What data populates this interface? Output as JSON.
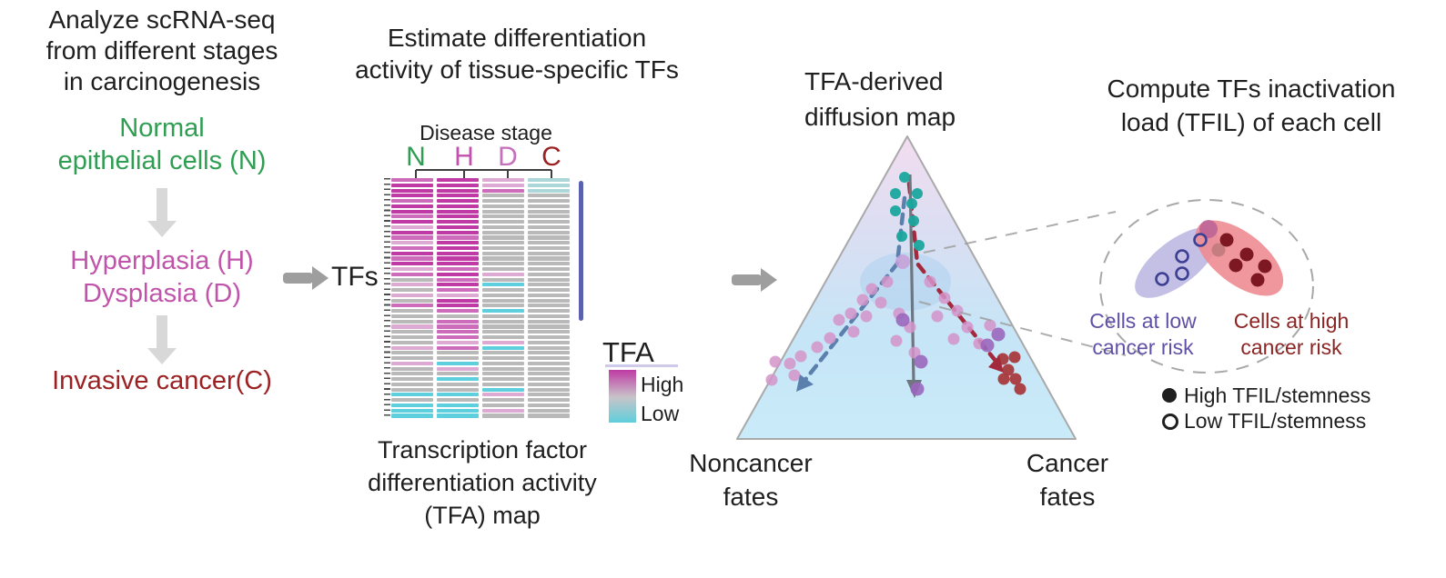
{
  "colors": {
    "text": "#1f1f1f",
    "stageN": "#2f9e52",
    "stageH": "#c34fae",
    "stageD": "#c470ba",
    "stageC": "#9c2123",
    "stageHText": "#c054ab",
    "arrowLight": "#d8d8d8",
    "arrowDark": "#9e9e9e",
    "blueBar": "#5a61ae",
    "hmMagenta": "#bf3aa4",
    "hmCyan": "#5ecfdc",
    "blueTraj": "#5b80ad",
    "redTraj": "#a32a3c",
    "grayTraj": "#6e7680",
    "dashGray": "#9f9f9f",
    "lavenderEllipse": "#b6b1df",
    "redEllipse": "#ee8b92",
    "lowRisk": "#6050a8",
    "highRisk": "#8c2424"
  },
  "panel1": {
    "title": "Analyze scRNA-seq\nfrom different stages\nin carcinogenesis",
    "stages": [
      {
        "label": "Normal\nepithelial cells (N)"
      },
      {
        "label": "Hyperplasia (H)\nDysplasia (D)"
      },
      {
        "label": "Invasive cancer(C)"
      }
    ]
  },
  "panel2": {
    "title": "Estimate differentiation\nactivity of tissue-specific TFs",
    "heatmap": {
      "header": "Disease stage",
      "columns": [
        {
          "label": "N"
        },
        {
          "label": "H"
        },
        {
          "label": "D"
        },
        {
          "label": "C"
        }
      ],
      "row_axis_label": "TFs",
      "palette": {
        "M": "#bf3aa4",
        "m": "#cc6cbb",
        "p": "#dcaad2",
        "g": "#b9b9b9",
        "c": "#5ecfdc",
        "t": "#abd7d9"
      },
      "rows": [
        "mMpt",
        "MMpt",
        "MMmt",
        "MMgg",
        "mMgg",
        "MMgg",
        "MMgg",
        "mMgg",
        "MMgg",
        "pMgg",
        "MMgg",
        "mmgg",
        "pMgg",
        "mMgg",
        "MMgg",
        "mMgg",
        "MMgg",
        "pmgg",
        "mMpg",
        "gmgg",
        "pMcg",
        "gmgg",
        "ppgg",
        "gMgg",
        "mMgg",
        "gmcg",
        "gggg",
        "gmgg",
        "pmgg",
        "gmgg",
        "gmgg",
        "gppg",
        "pmcg",
        "gggg",
        "gggg",
        "pcgg",
        "gpgg",
        "gggg",
        "gcgg",
        "gggg",
        "ggcg",
        "ccpg",
        "gggg",
        "ccgg",
        "ccpg",
        "ccgg"
      ]
    },
    "legend": {
      "title": "TFA",
      "high": "High",
      "low": "Low"
    },
    "caption": "Transcription factor\ndifferentiation activity\n(TFA) map"
  },
  "panel3": {
    "title": "TFA-derived\ndiffusion map",
    "left_label": "Noncancer\nfates",
    "right_label": "Cancer\nfates",
    "dots": {
      "teal": {
        "r": 6,
        "color": "#1aa59e",
        "opacity": 0.95,
        "pts": [
          [
            214,
            55
          ],
          [
            204,
            73
          ],
          [
            228,
            73
          ],
          [
            222,
            84
          ],
          [
            204,
            92
          ],
          [
            224,
            103
          ],
          [
            211,
            120
          ],
          [
            230,
            130
          ]
        ]
      },
      "lilac": {
        "r": 8,
        "color": "#c79fd8",
        "opacity": 0.85,
        "pts": [
          [
            212,
            148
          ]
        ]
      },
      "pink": {
        "r": 6.5,
        "color": "#d494c9",
        "opacity": 0.85,
        "pts": [
          [
            195,
            170
          ],
          [
            178,
            178
          ],
          [
            188,
            193
          ],
          [
            168,
            190
          ],
          [
            172,
            208
          ],
          [
            155,
            205
          ],
          [
            142,
            212
          ],
          [
            158,
            225
          ],
          [
            132,
            232
          ],
          [
            118,
            242
          ],
          [
            100,
            252
          ],
          [
            88,
            260
          ],
          [
            72,
            258
          ],
          [
            68,
            278
          ],
          [
            93,
            273
          ],
          [
            208,
            205
          ],
          [
            220,
            220
          ],
          [
            205,
            235
          ],
          [
            225,
            248
          ],
          [
            242,
            170
          ],
          [
            258,
            188
          ],
          [
            250,
            208
          ],
          [
            272,
            202
          ],
          [
            283,
            220
          ],
          [
            268,
            233
          ],
          [
            296,
            238
          ],
          [
            308,
            218
          ]
        ]
      },
      "purple": {
        "r": 7.5,
        "color": "#9a67bd",
        "opacity": 0.9,
        "pts": [
          [
            228,
            288
          ],
          [
            232,
            258
          ],
          [
            317,
            228
          ],
          [
            305,
            240
          ],
          [
            212,
            212
          ]
        ]
      },
      "darkred": {
        "r": 6.5,
        "color": "#a93a3e",
        "opacity": 0.95,
        "pts": [
          [
            322,
            255
          ],
          [
            335,
            253
          ],
          [
            323,
            277
          ],
          [
            336,
            277
          ],
          [
            341,
            288
          ],
          [
            328,
            267
          ]
        ]
      }
    }
  },
  "panel4": {
    "title": "Compute TFs inactivation\nload (TFIL) of each cell",
    "low_risk_label": "Cells at low\ncancer risk",
    "high_risk_label": "Cells at high\ncancer risk",
    "legend": [
      {
        "marker": "filled-circle",
        "label": "High TFIL/stemness"
      },
      {
        "marker": "open-circle",
        "label": "Low TFIL/stemness"
      }
    ],
    "cluster": {
      "open_circles": {
        "r": 6.5,
        "stroke": "#3c3f92",
        "pts": [
          [
            124,
            54
          ],
          [
            104,
            72
          ],
          [
            104,
            91
          ],
          [
            82,
            97
          ]
        ]
      },
      "dark_dots": {
        "r": 7.5,
        "color": "#7d1722",
        "pts": [
          [
            153,
            54
          ],
          [
            175,
            70
          ],
          [
            163,
            82
          ],
          [
            195,
            83
          ],
          [
            187,
            98
          ]
        ]
      },
      "rose_dot": {
        "r": 10,
        "color": "#bb6197",
        "opacity": 0.85,
        "pts": [
          [
            133,
            42
          ]
        ]
      },
      "salmon_dot": {
        "r": 7.5,
        "color": "#c17a7c",
        "opacity": 0.9,
        "pts": [
          [
            144,
            65
          ]
        ]
      }
    }
  }
}
